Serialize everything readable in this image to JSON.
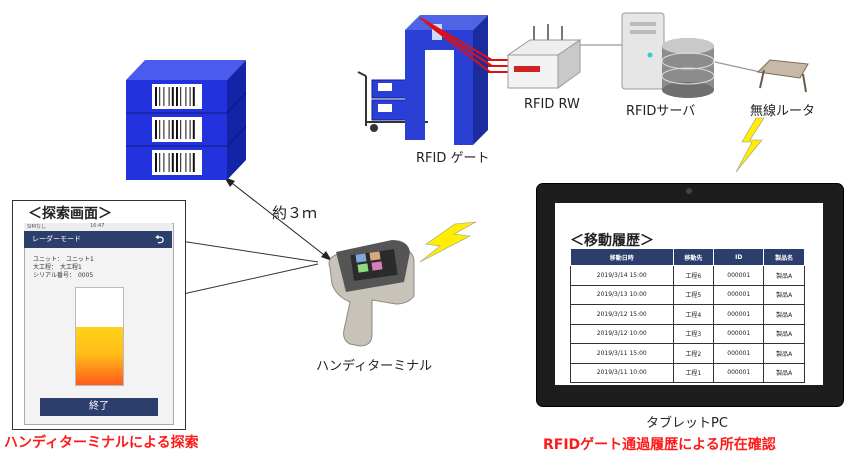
{
  "labels": {
    "rfid_gate": "RFID ゲート",
    "rfid_rw": "RFID RW",
    "rfid_server": "RFIDサーバ",
    "wireless_router": "無線ルータ",
    "distance": "約３ｍ",
    "handy_terminal": "ハンディターミナル",
    "tablet_pc": "タブレットPC"
  },
  "captions": {
    "handy_search": "ハンディターミナルによる探索",
    "gate_history": "RFIDゲート通過履歴による所在確認"
  },
  "phone": {
    "title": "＜探索画面＞",
    "status_left": "SIMなし",
    "status_time": "16:47",
    "header": "レーダーモード",
    "info_unit": "ユニット：　ユニット1",
    "info_process": "大工程：　大工程1",
    "info_serial": "シリアル番号：　0005",
    "signal_level": 0.6,
    "end_button": "終了"
  },
  "history": {
    "title": "＜移動履歴＞",
    "columns": [
      "移動日時",
      "移動先",
      "ID",
      "製品名"
    ],
    "rows": [
      [
        "2019/3/14 15:00",
        "工程6",
        "000001",
        "製品A"
      ],
      [
        "2019/3/13 10:00",
        "工程5",
        "000001",
        "製品A"
      ],
      [
        "2019/3/12 15:00",
        "工程4",
        "000001",
        "製品A"
      ],
      [
        "2019/3/12 10:00",
        "工程3",
        "000001",
        "製品A"
      ],
      [
        "2019/3/11 15:00",
        "工程2",
        "000001",
        "製品A"
      ],
      [
        "2019/3/11 10:00",
        "工程1",
        "000001",
        "製品A"
      ]
    ]
  },
  "colors": {
    "accent_navy": "#2c3e6b",
    "box_blue": "#2233dd",
    "caption_red": "#ff1a1a",
    "bolt_yellow": "#ffee00"
  }
}
